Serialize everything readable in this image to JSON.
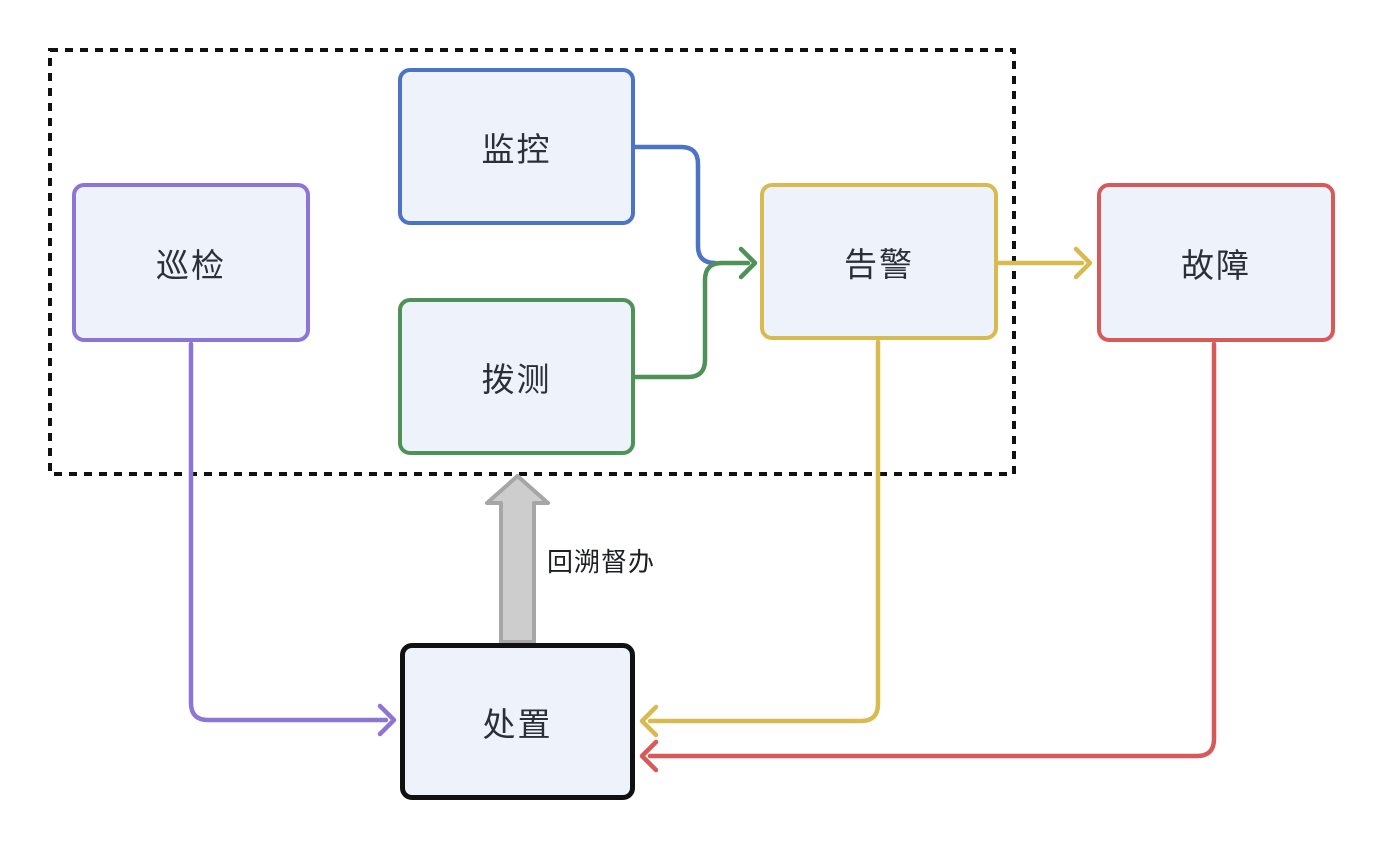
{
  "diagram": {
    "boundary": {
      "color": "#111111"
    },
    "node_fill": "#edf2fb",
    "nodes": {
      "inspection": {
        "label": "巡检",
        "color": "#8d75d8"
      },
      "monitoring": {
        "label": "监控",
        "color": "#4d73c5"
      },
      "dial_test": {
        "label": "拨测",
        "color": "#4f9257"
      },
      "alert": {
        "label": "告警",
        "color": "#d8ba50"
      },
      "fault": {
        "label": "故障",
        "color": "#d85a58"
      },
      "handling": {
        "label": "处置",
        "color": "#111111"
      }
    },
    "edges": {
      "monitoring_to_alert": {
        "color": "#4d73c5"
      },
      "dial_test_to_alert": {
        "color": "#4f9257"
      },
      "alert_to_fault": {
        "color": "#d8ba50"
      },
      "alert_to_handling": {
        "color": "#d8ba50"
      },
      "fault_to_handling": {
        "color": "#d85a58"
      },
      "inspection_to_handling": {
        "color": "#8d75d8"
      }
    },
    "back_arrow": {
      "label": "回溯督办",
      "fill": "#cdcdcd",
      "stroke": "#a6a6a6"
    }
  }
}
